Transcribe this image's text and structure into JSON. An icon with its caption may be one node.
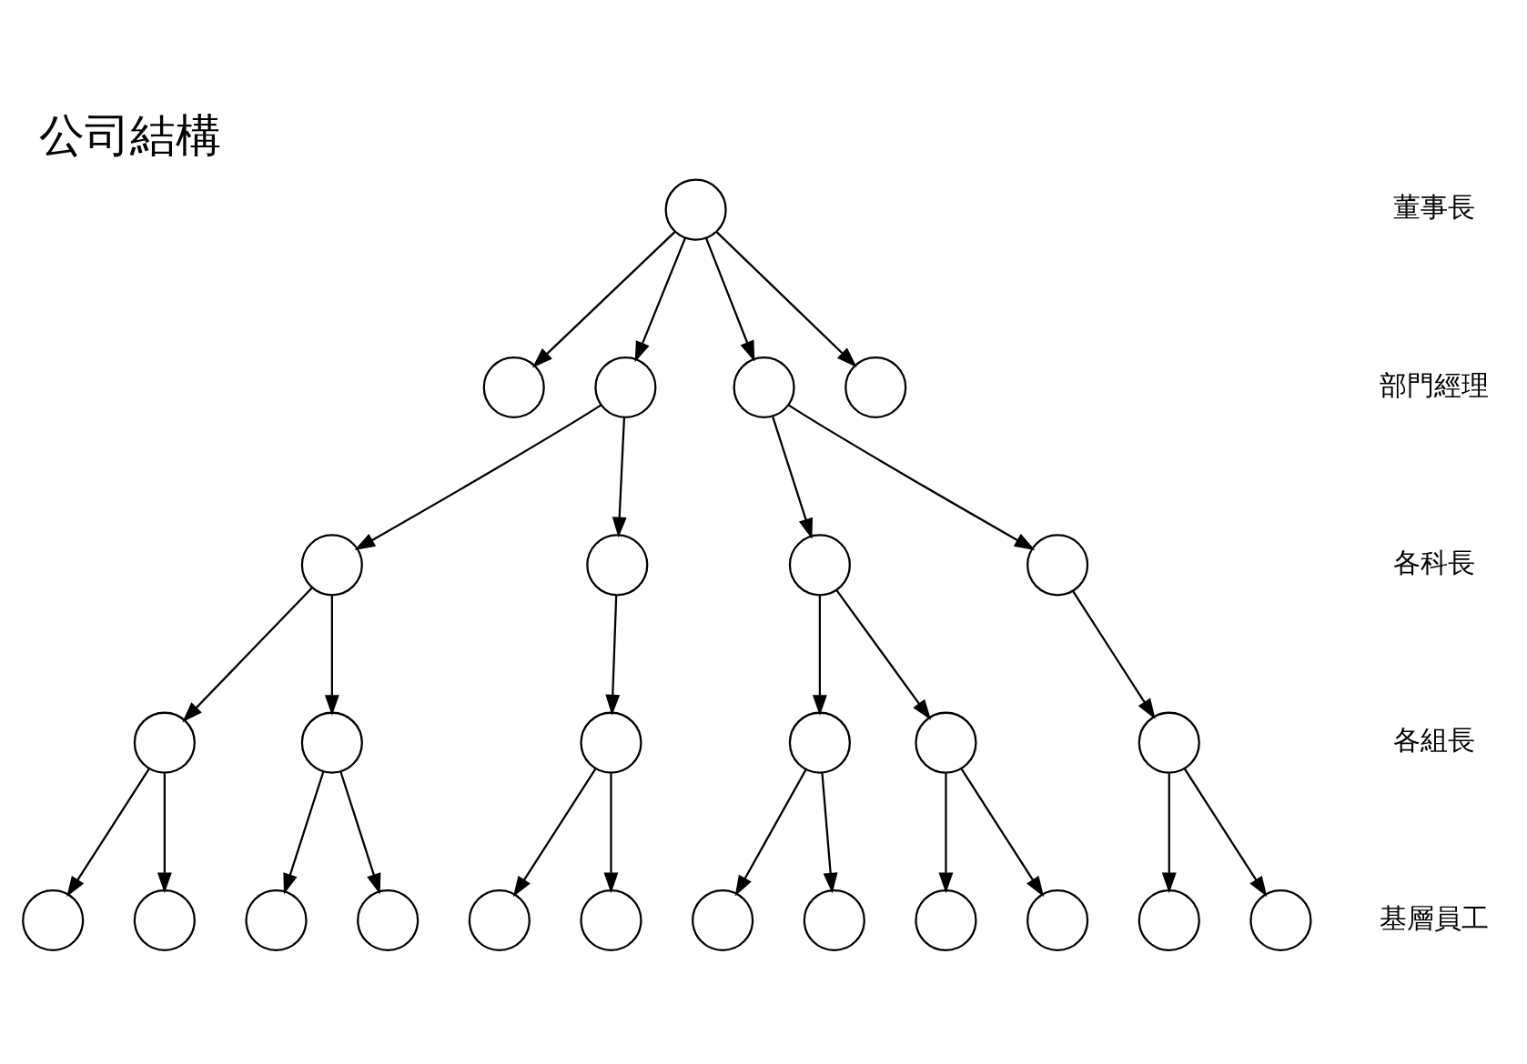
{
  "diagram": {
    "title": "公司結構",
    "nodes": [
      {
        "text": [],
        "shape": "circle"
      },
      {
        "text": [],
        "shape": "circle"
      },
      {
        "text": [],
        "shape": "circle"
      },
      {
        "text": [],
        "shape": "circle"
      },
      {
        "text": [],
        "shape": "circle"
      },
      {
        "text": [],
        "shape": "circle"
      },
      {
        "text": [],
        "shape": "circle"
      },
      {
        "text": [],
        "shape": "circle"
      },
      {
        "text": [],
        "shape": "circle"
      },
      {
        "text": [],
        "shape": "circle"
      },
      {
        "text": [],
        "shape": "circle"
      },
      {
        "text": [],
        "shape": "circle"
      },
      {
        "text": [],
        "shape": "circle"
      },
      {
        "text": [],
        "shape": "circle"
      },
      {
        "text": [],
        "shape": "circle"
      },
      {
        "text": [],
        "shape": "circle"
      },
      {
        "text": [],
        "shape": "circle"
      },
      {
        "text": [],
        "shape": "circle"
      },
      {
        "text": [],
        "shape": "circle"
      },
      {
        "text": [],
        "shape": "circle"
      },
      {
        "text": [],
        "shape": "circle"
      },
      {
        "text": [],
        "shape": "circle"
      },
      {
        "text": [],
        "shape": "circle"
      },
      {
        "text": [],
        "shape": "circle"
      },
      {
        "text": [],
        "shape": "circle"
      },
      {
        "text": [],
        "shape": "circle"
      },
      {
        "text": [],
        "shape": "circle"
      }
    ],
    "edges": [
      {
        "from": 0,
        "to": 1,
        "arrow": "to"
      },
      {
        "from": 0,
        "to": 2,
        "arrow": "to"
      },
      {
        "from": 0,
        "to": 3,
        "arrow": "to"
      },
      {
        "from": 0,
        "to": 4,
        "arrow": "to"
      },
      {
        "from": 2,
        "to": 5,
        "arrow": "to"
      },
      {
        "from": 2,
        "to": 6,
        "arrow": "to"
      },
      {
        "from": 3,
        "to": 7,
        "arrow": "to"
      },
      {
        "from": 3,
        "to": 8,
        "arrow": "to"
      },
      {
        "from": 5,
        "to": 9,
        "arrow": "to"
      },
      {
        "from": 5,
        "to": 10,
        "arrow": "to"
      },
      {
        "from": 6,
        "to": 11,
        "arrow": "to"
      },
      {
        "from": 7,
        "to": 12,
        "arrow": "to"
      },
      {
        "from": 7,
        "to": 13,
        "arrow": "to"
      },
      {
        "from": 8,
        "to": 14,
        "arrow": "to"
      },
      {
        "from": 9,
        "to": 15,
        "arrow": "to"
      },
      {
        "from": 9,
        "to": 16,
        "arrow": "to"
      },
      {
        "from": 10,
        "to": 17,
        "arrow": "to"
      },
      {
        "from": 10,
        "to": 18,
        "arrow": "to"
      },
      {
        "from": 11,
        "to": 19,
        "arrow": "to"
      },
      {
        "from": 11,
        "to": 20,
        "arrow": "to"
      },
      {
        "from": 12,
        "to": 21,
        "arrow": "to"
      },
      {
        "from": 12,
        "to": 22,
        "arrow": "to"
      },
      {
        "from": 13,
        "to": 23,
        "arrow": "to"
      },
      {
        "from": 13,
        "to": 24,
        "arrow": "to"
      },
      {
        "from": 14,
        "to": 25,
        "arrow": "to"
      },
      {
        "from": 14,
        "to": 26,
        "arrow": "to"
      }
    ],
    "labels": [
      "董事長",
      "部門經理",
      "各科長",
      "各組長",
      "基層員工"
    ]
  }
}
